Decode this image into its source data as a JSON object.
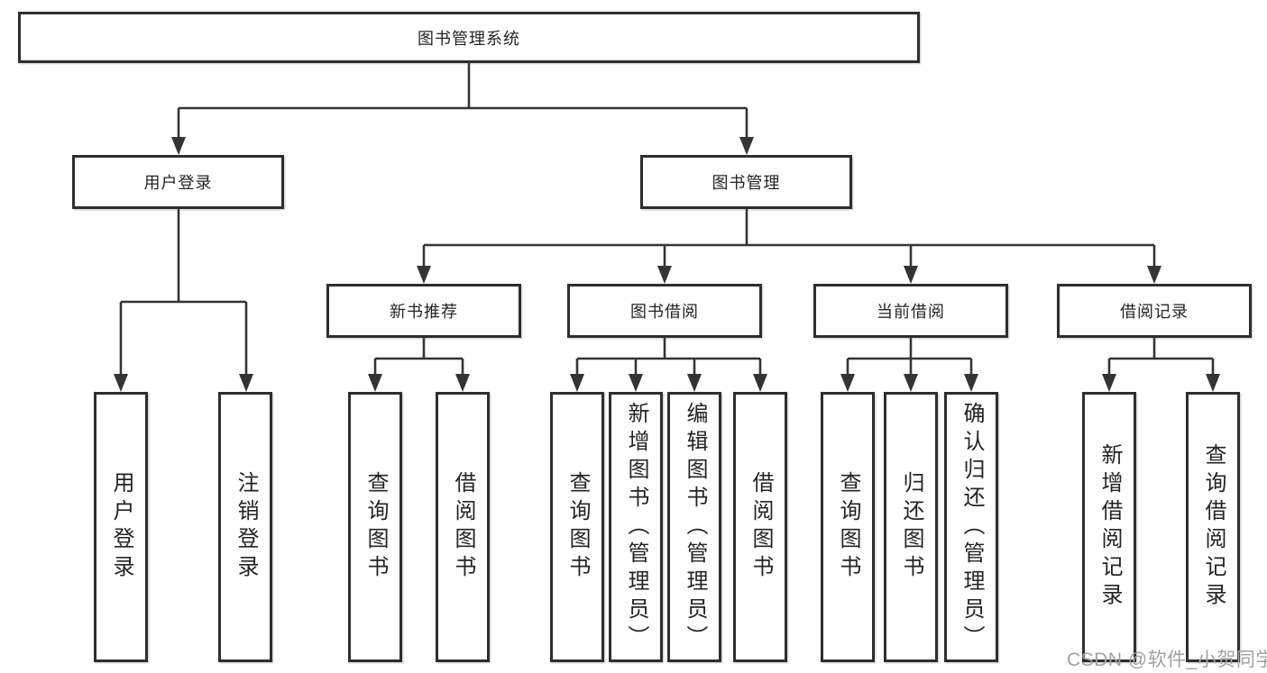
{
  "diagram": {
    "root_label": "图书管理系统",
    "level2": [
      {
        "label": "用户登录"
      },
      {
        "label": "图书管理"
      }
    ],
    "level3": [
      {
        "label": "新书推荐"
      },
      {
        "label": "图书借阅"
      },
      {
        "label": "当前借阅"
      },
      {
        "label": "借阅记录"
      }
    ],
    "level4": [
      {
        "label": "用户登录"
      },
      {
        "label": "注销登录"
      },
      {
        "label": "查询图书"
      },
      {
        "label": "借阅图书"
      },
      {
        "label": "查询图书"
      },
      {
        "label": "新增图书（管理员）"
      },
      {
        "label": "编辑图书（管理员）"
      },
      {
        "label": "借阅图书"
      },
      {
        "label": "查询图书"
      },
      {
        "label": "归还图书"
      },
      {
        "label": "确认归还（管理员）"
      },
      {
        "label": "新增借阅记录"
      },
      {
        "label": "查询借阅记录"
      }
    ]
  },
  "watermark": {
    "text": "CSDN @软件_小贺同学"
  },
  "colors": {
    "line": "#343434",
    "box_border": "#2e2e2e",
    "text": "#242424",
    "watermark": "#a2a2a2",
    "background": "#ffffff"
  }
}
